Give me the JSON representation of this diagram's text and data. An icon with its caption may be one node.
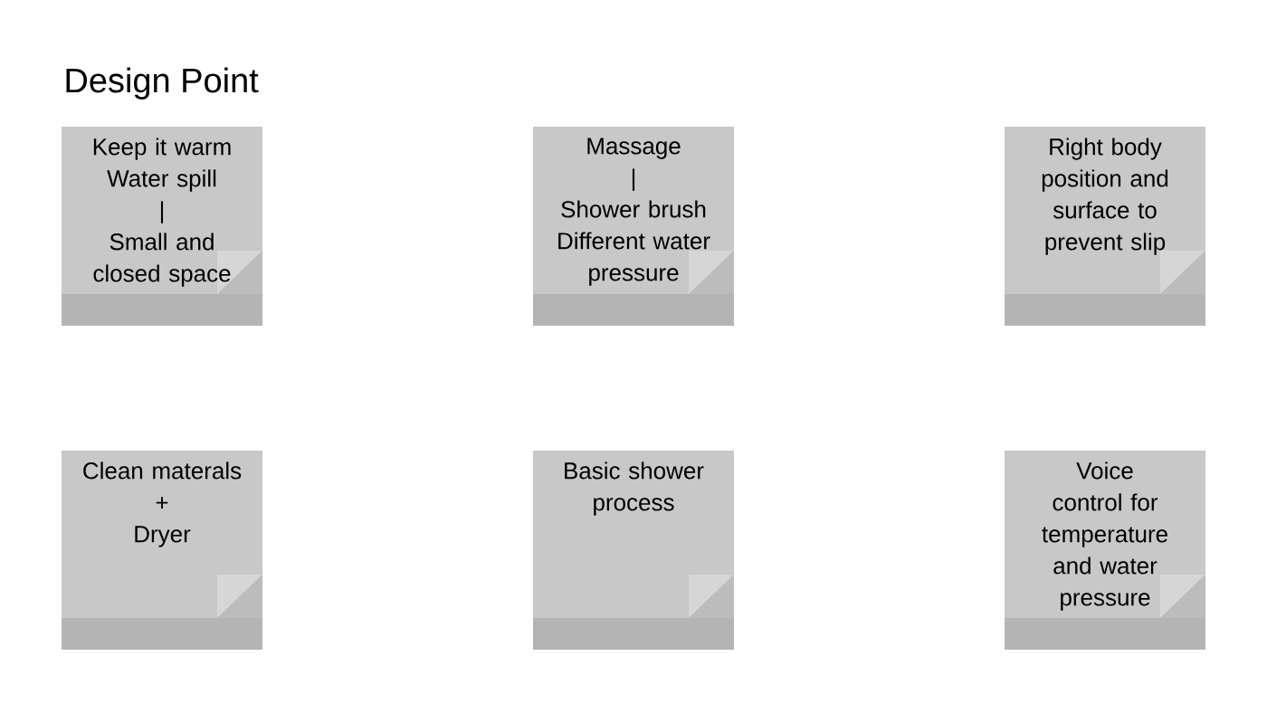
{
  "diagram": {
    "title": "Design Point",
    "nodes": [
      {
        "text": [
          "Keep it warm",
          "Water spill",
          "|",
          "Small and closed space"
        ]
      },
      {
        "text": [
          "Massage",
          "|",
          "Shower brush",
          "Different water pressure"
        ]
      },
      {
        "text": [
          "Right body position and surface to prevent slip"
        ]
      },
      {
        "text": [
          "Clean materals",
          "+",
          "Dryer"
        ]
      },
      {
        "text": [
          "Basic shower process"
        ]
      },
      {
        "text": [
          "Voice control for temperature and water pressure"
        ]
      }
    ]
  }
}
